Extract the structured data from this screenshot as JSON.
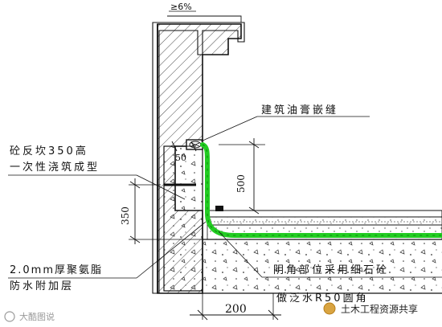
{
  "labels": {
    "slope": "≥6%",
    "sealant": "建筑油膏嵌缝",
    "curb_line1": "砼反坎350高",
    "curb_line2": "一次性浇筑成型",
    "coating_line1": "2.0mm厚聚氨脂",
    "coating_line2": "防水附加层",
    "corner_line1": "阴角部位采用细石砼",
    "corner_line2": "做泛水R50圆角"
  },
  "dimensions": {
    "d50": "50",
    "d500": "500",
    "d350": "350",
    "d200": "200"
  },
  "watermarks": {
    "left": "大酷图说",
    "right": "土木工程资源共享"
  },
  "colors": {
    "membrane": "#22cc22",
    "line": "#111111",
    "hatch": "#333333"
  }
}
